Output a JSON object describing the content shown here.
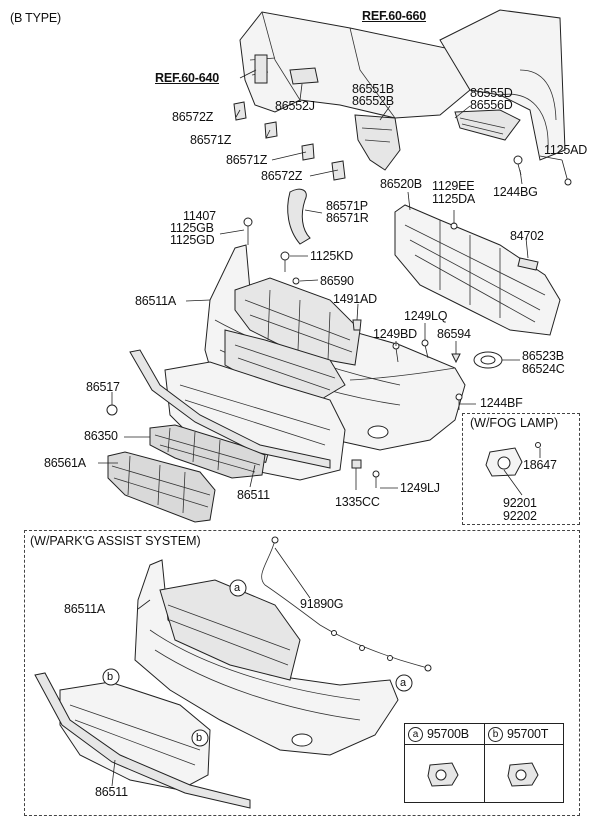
{
  "title": "(B TYPE)",
  "refs": {
    "ref_top": "REF.60-660",
    "ref_left": "REF.60-640"
  },
  "labels": {
    "p86551B": "86551B",
    "p86552B": "86552B",
    "p86552J": "86552J",
    "p86555D": "86555D",
    "p86556D": "86556D",
    "p86572Z_a": "86572Z",
    "p86571Z_a": "86571Z",
    "p86571Z_b": "86571Z",
    "p86572Z_b": "86572Z",
    "p1125AD": "1125AD",
    "p1244BG": "1244BG",
    "p86520B": "86520B",
    "p1129EE": "1129EE",
    "p1125DA": "1125DA",
    "p86571P": "86571P",
    "p86571R": "86571R",
    "p11407": "11407",
    "p1125GB": "1125GB",
    "p1125GD": "1125GD",
    "p1125KD": "1125KD",
    "p86590": "86590",
    "p84702": "84702",
    "p1491AD": "1491AD",
    "p86511A": "86511A",
    "p1249LQ": "1249LQ",
    "p1249BD": "1249BD",
    "p86594": "86594",
    "p86523B": "86523B",
    "p86524C": "86524C",
    "p86517": "86517",
    "p1244BF": "1244BF",
    "p86350": "86350",
    "p86561A": "86561A",
    "p86511": "86511",
    "p1335CC": "1335CC",
    "p1249LJ": "1249LJ",
    "p18647": "18647",
    "p92201": "92201",
    "p92202": "92202",
    "p91890G": "91890G",
    "p86511A_park": "86511A",
    "p86511_park": "86511"
  },
  "fog_box": {
    "title": "(W/FOG LAMP)"
  },
  "park_box": {
    "title": "(W/PARK'G ASSIST SYSTEM)"
  },
  "callouts": {
    "a": "a",
    "b": "b"
  },
  "legend": {
    "a_code": "95700B",
    "b_code": "95700T"
  }
}
